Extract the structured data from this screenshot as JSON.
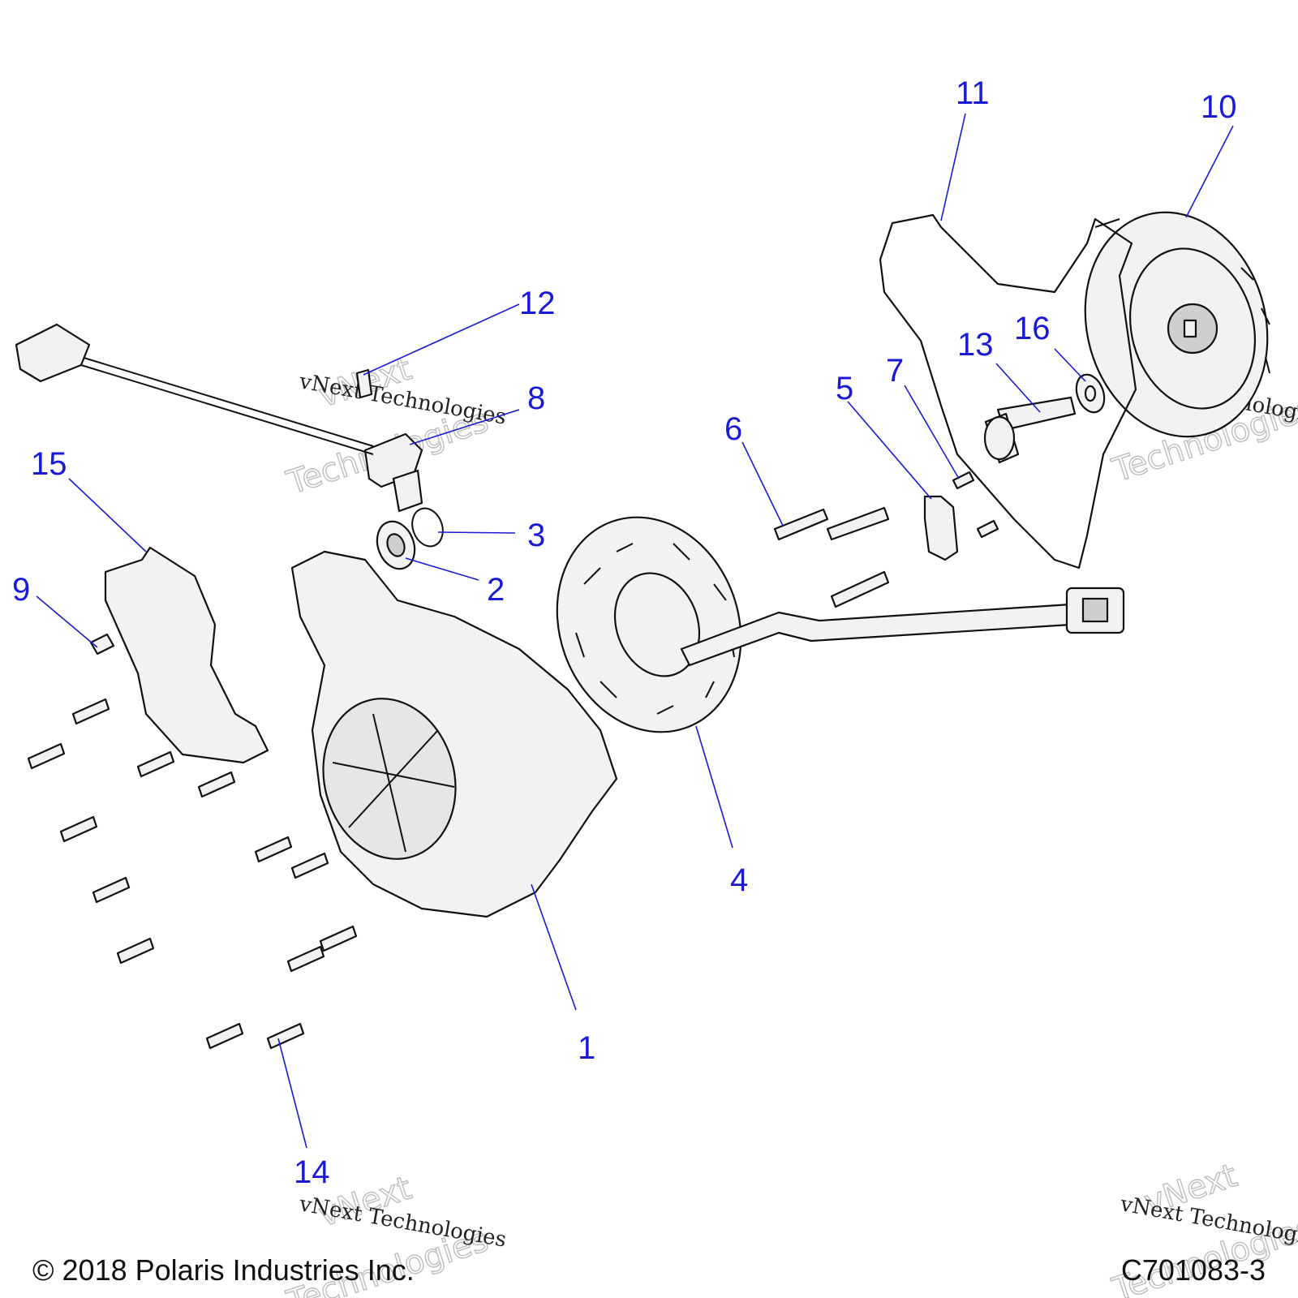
{
  "diagram": {
    "callouts": [
      "1",
      "2",
      "3",
      "4",
      "5",
      "6",
      "7",
      "8",
      "9",
      "10",
      "11",
      "12",
      "13",
      "14",
      "15",
      "16"
    ],
    "watermark": {
      "line1": "vNext",
      "line2": "vNext Technologies",
      "line3": "Technologies"
    },
    "copyright": "© 2018 Polaris Industries Inc.",
    "drawing_id": "C701083-3"
  }
}
